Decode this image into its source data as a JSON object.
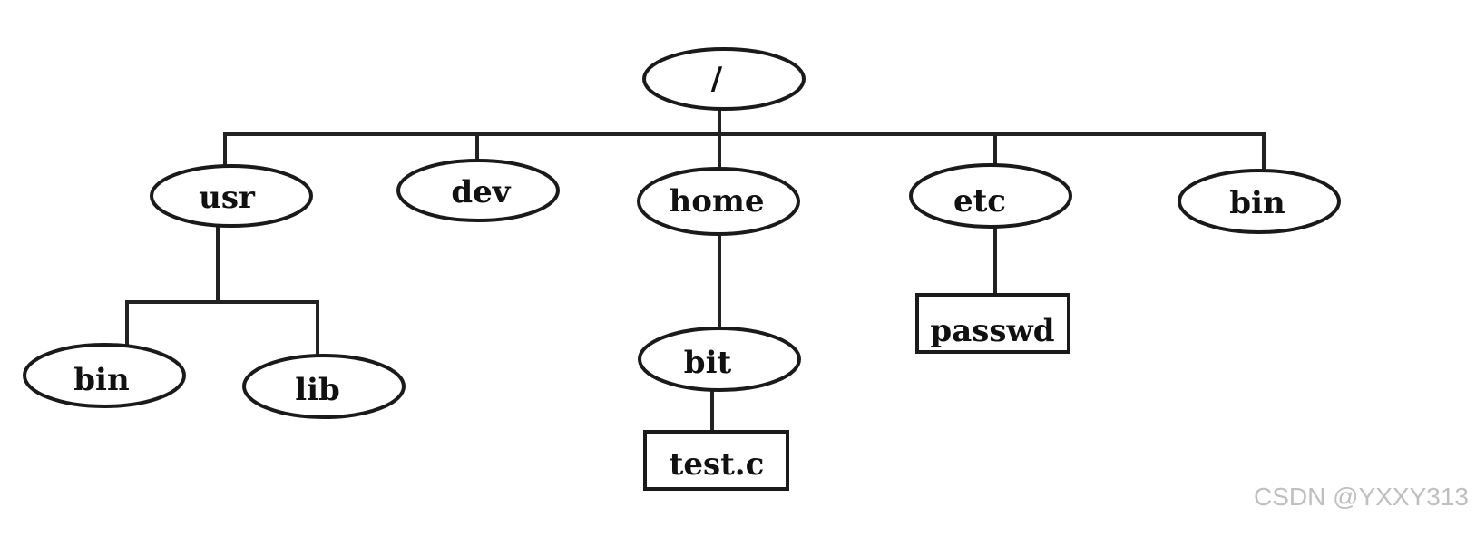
{
  "diagram": {
    "nodes": {
      "root": {
        "label": "/",
        "shape": "ellipse"
      },
      "usr": {
        "label": "usr",
        "shape": "ellipse"
      },
      "dev": {
        "label": "dev",
        "shape": "ellipse"
      },
      "home": {
        "label": "home",
        "shape": "ellipse"
      },
      "etc": {
        "label": "etc",
        "shape": "ellipse"
      },
      "bin_top": {
        "label": "bin",
        "shape": "ellipse"
      },
      "usr_bin": {
        "label": "bin",
        "shape": "ellipse"
      },
      "usr_lib": {
        "label": "lib",
        "shape": "ellipse"
      },
      "bit": {
        "label": "bit",
        "shape": "ellipse"
      },
      "passwd": {
        "label": "passwd",
        "shape": "rect"
      },
      "test_c": {
        "label": "test.c",
        "shape": "rect"
      }
    },
    "edges": [
      [
        "root",
        "usr"
      ],
      [
        "root",
        "dev"
      ],
      [
        "root",
        "home"
      ],
      [
        "root",
        "etc"
      ],
      [
        "root",
        "bin_top"
      ],
      [
        "usr",
        "usr_bin"
      ],
      [
        "usr",
        "usr_lib"
      ],
      [
        "home",
        "bit"
      ],
      [
        "bit",
        "test_c"
      ],
      [
        "etc",
        "passwd"
      ]
    ]
  },
  "watermark": "CSDN @YXXY313"
}
